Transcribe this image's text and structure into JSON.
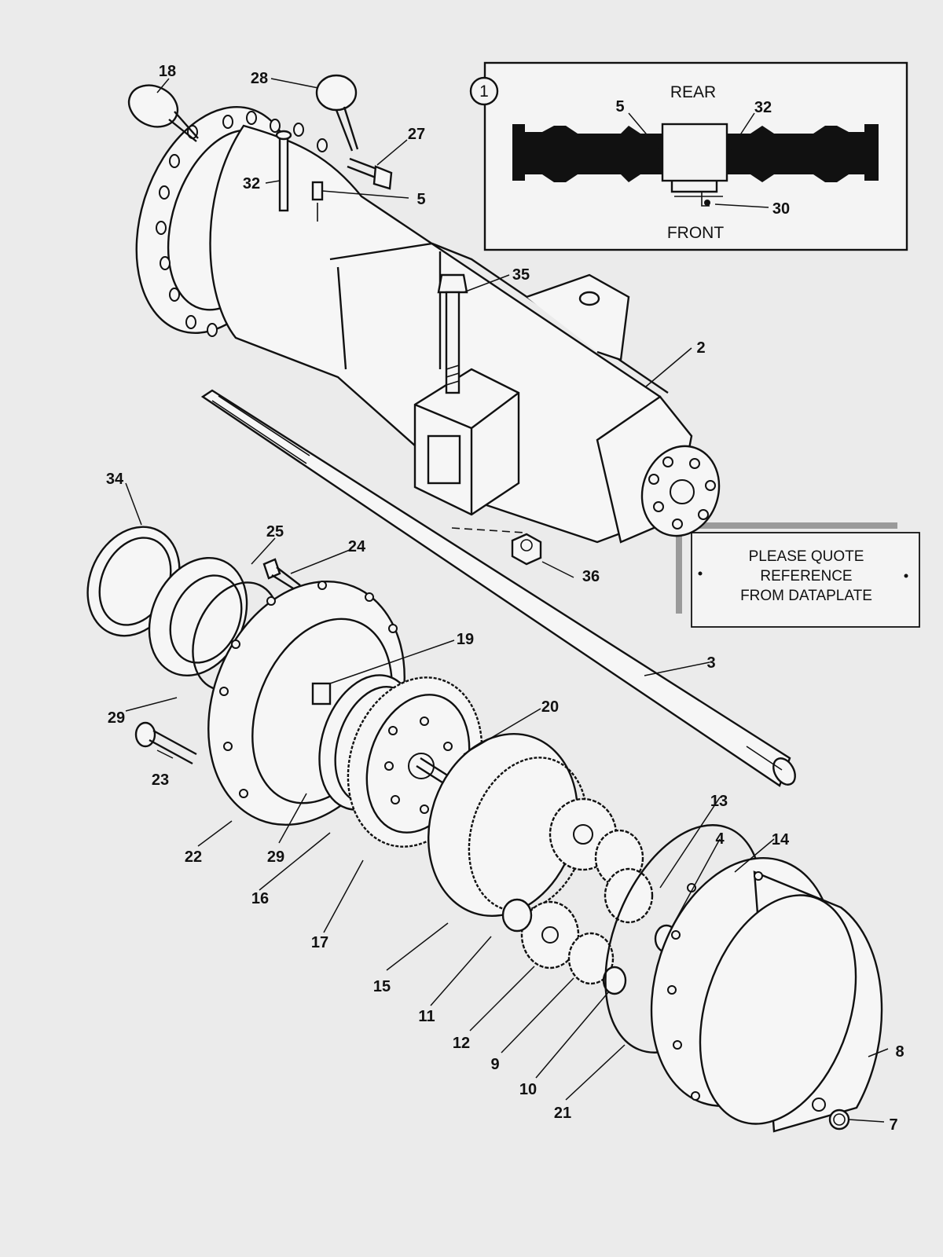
{
  "inset": {
    "number": "1",
    "top_label": "REAR",
    "bottom_label": "FRONT",
    "callouts": {
      "left": "5",
      "right": "32",
      "bottom": "30"
    }
  },
  "dataplate": {
    "lines": [
      "PLEASE QUOTE",
      "REFERENCE",
      "FROM DATAPLATE"
    ]
  },
  "callouts": {
    "c18": "18",
    "c28": "28",
    "c27": "27",
    "c32": "32",
    "c5": "5",
    "c35": "35",
    "c2": "2",
    "c34": "34",
    "c25": "25",
    "c24": "24",
    "c36": "36",
    "c19": "19",
    "c3": "3",
    "c29a": "29",
    "c20": "20",
    "c23": "23",
    "c13": "13",
    "c4": "4",
    "c14": "14",
    "c22": "22",
    "c29b": "29",
    "c16": "16",
    "c17": "17",
    "c15": "15",
    "c11": "11",
    "c12": "12",
    "c9": "9",
    "c10": "10",
    "c21": "21",
    "c8": "8",
    "c7": "7"
  }
}
